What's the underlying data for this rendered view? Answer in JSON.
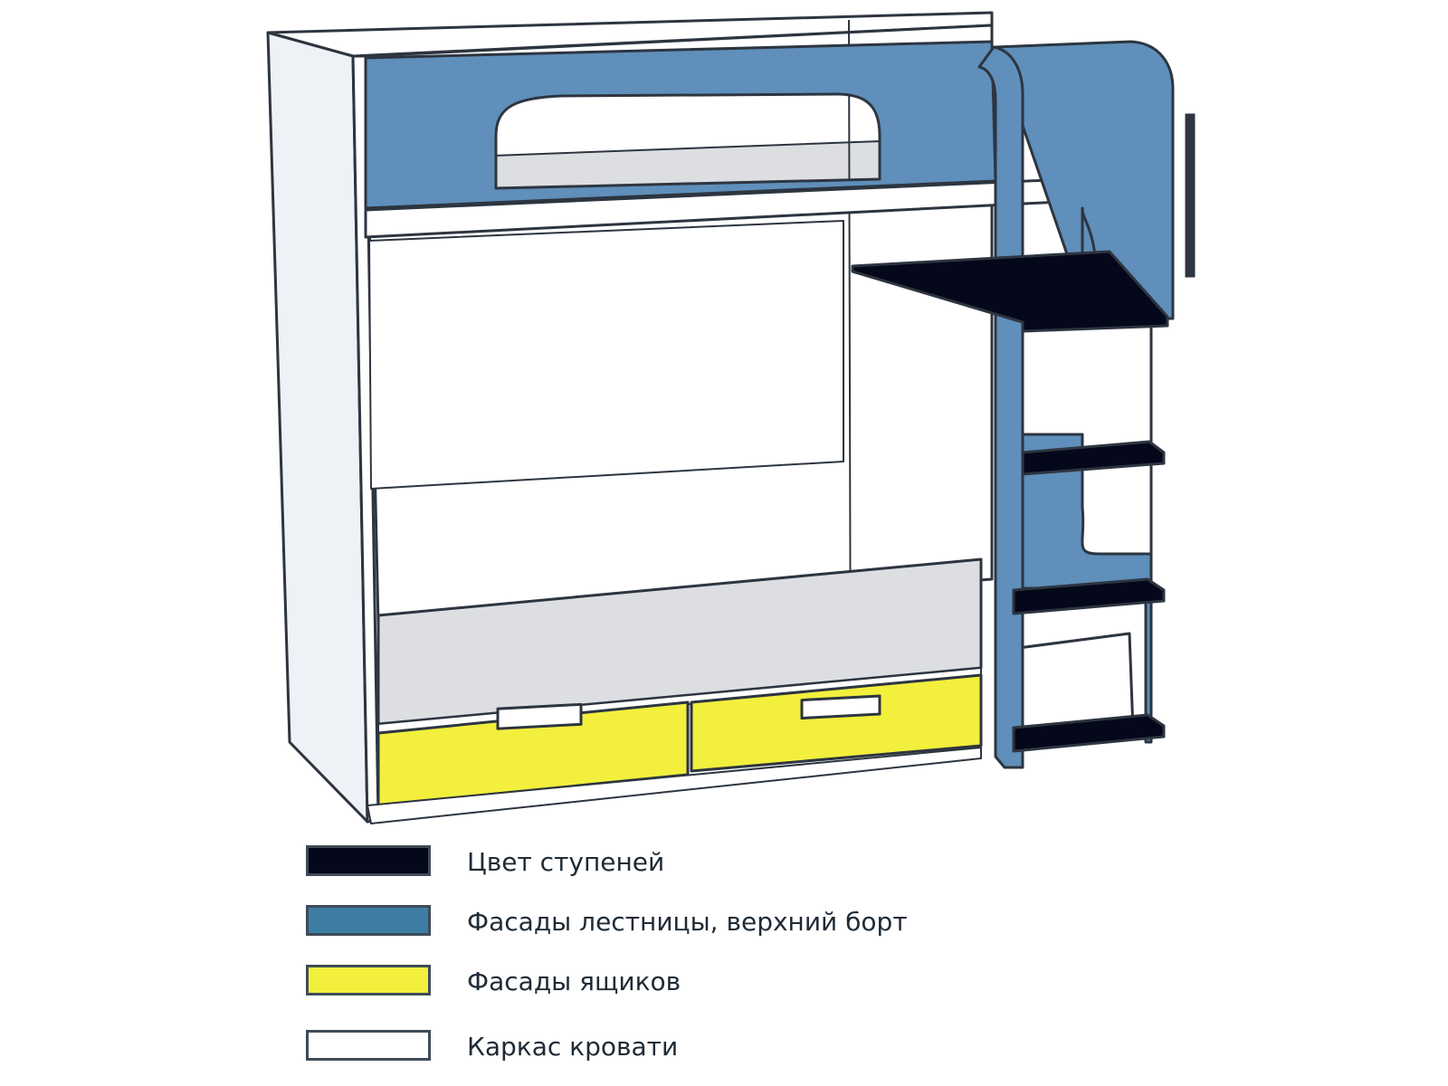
{
  "colors": {
    "steps": "#05071a",
    "ladder": "#3e7ea4",
    "drawers": "#f2ef3d",
    "frame": "#ffffff",
    "outline": "#2d3540",
    "ladder_panel": "#5f8fba",
    "gray_panel": "#dcdee2",
    "side_shade": "#eef1f6"
  },
  "legend": {
    "items": [
      {
        "label": "Цвет ступеней",
        "color": "#05071a",
        "icon": "color-swatch"
      },
      {
        "label": "Фасады лестницы, верхний борт",
        "color": "#3e7ea4",
        "icon": "color-swatch"
      },
      {
        "label": "Фасады ящиков",
        "color": "#f2ef3d",
        "icon": "color-swatch"
      },
      {
        "label": "Каркас кровати",
        "color": "#ffffff",
        "icon": "color-swatch"
      }
    ]
  }
}
